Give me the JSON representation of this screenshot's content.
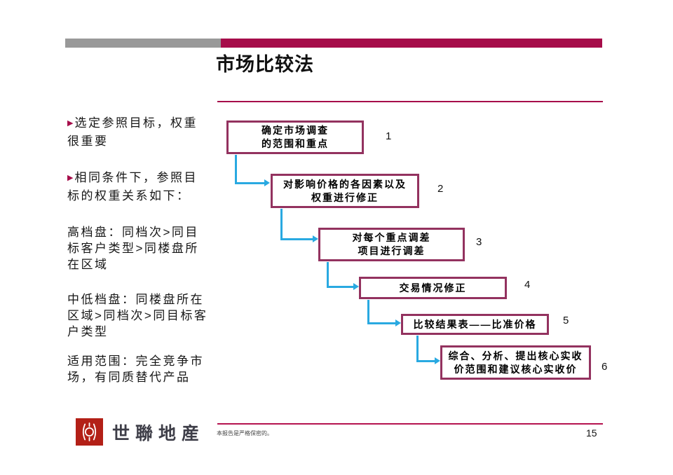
{
  "slide": {
    "title": "市场比较法"
  },
  "sidebar": {
    "bullet_glyph": "▶",
    "paragraphs": [
      {
        "text": "选定参照目标，权重很重要"
      },
      {
        "text": "相同条件下，参照目标的权重关系如下："
      },
      {
        "text": "高档盘：同档次>同目标客户类型>同楼盘所在区域"
      },
      {
        "text": "中低档盘：同楼盘所在区域>同档次>同目标客户类型"
      },
      {
        "text": "适用范围：完全竞争市场，有同质替代产品"
      }
    ]
  },
  "flowchart": {
    "steps": [
      {
        "number": "1",
        "label": "确定市场调查\n的范围和重点"
      },
      {
        "number": "2",
        "label": "对影响价格的各因素以及\n权重进行修正"
      },
      {
        "number": "3",
        "label": "对每个重点调差\n项目进行调差"
      },
      {
        "number": "4",
        "label": "交易情况修正"
      },
      {
        "number": "5",
        "label": "比较结果表——比准价格"
      },
      {
        "number": "6",
        "label": "综合、分析、提出核心实收\n价范围和建议核心实收价"
      }
    ]
  },
  "footer": {
    "confidential_note": "本报告是严格保密的。",
    "page_number": "15",
    "logo_text": "世聯地産"
  },
  "colors": {
    "accent_crimson": "#A60D4A",
    "header_gray": "#999999",
    "box_border": "#93325F",
    "arrow_blue": "#29A9E1",
    "logo_red": "#B32017"
  }
}
